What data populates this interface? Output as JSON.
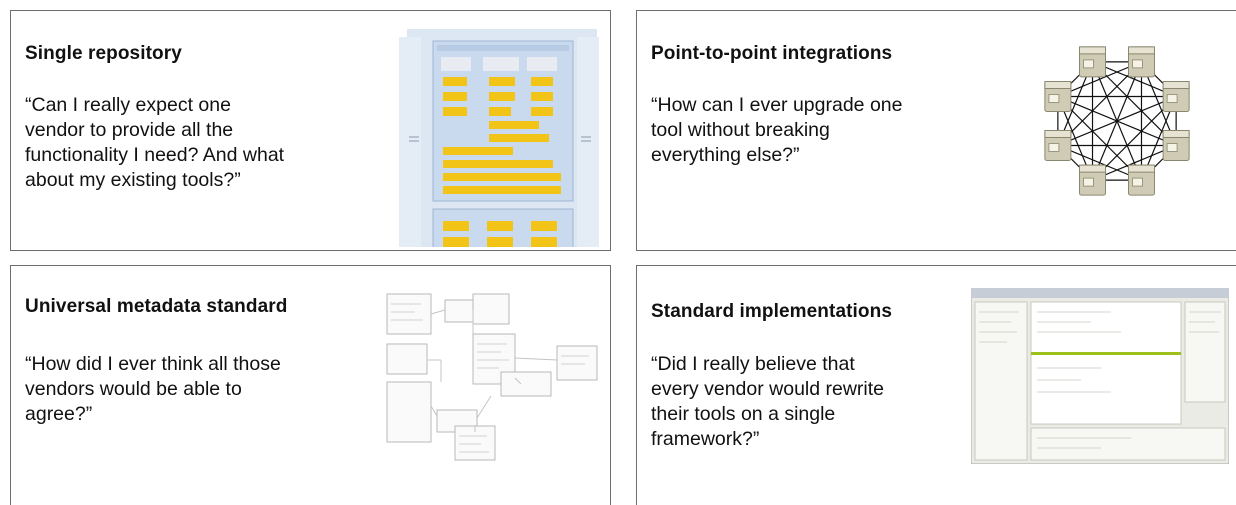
{
  "cards": [
    {
      "title": "Single repository",
      "quote": "“Can I really expect one\nvendor to provide all the\nfunctionality I need? And what\nabout my existing tools?”",
      "figure": "architecture-diagram-thumbnail"
    },
    {
      "title": "Point-to-point integrations",
      "quote": "“How can I ever upgrade one\ntool without breaking\neverything else?”",
      "figure": "mesh-network-icon"
    },
    {
      "title": "Universal metadata standard",
      "quote": "“How did I ever think all those\nvendors would be able to\nagree?”",
      "figure": "metadata-schema-thumbnail"
    },
    {
      "title": "Standard implementations",
      "quote": "“Did I really believe that\nevery vendor would rewrite\ntheir tools on a single\nframework?”",
      "figure": "ide-screenshot-thumbnail"
    }
  ],
  "colors": {
    "border": "#6e6e6e",
    "diagram_bg": "#c9d9ee",
    "diagram_box": "#f2c417",
    "node_fill": "#cfcbb4",
    "ide_accent": "#9dc11a"
  }
}
